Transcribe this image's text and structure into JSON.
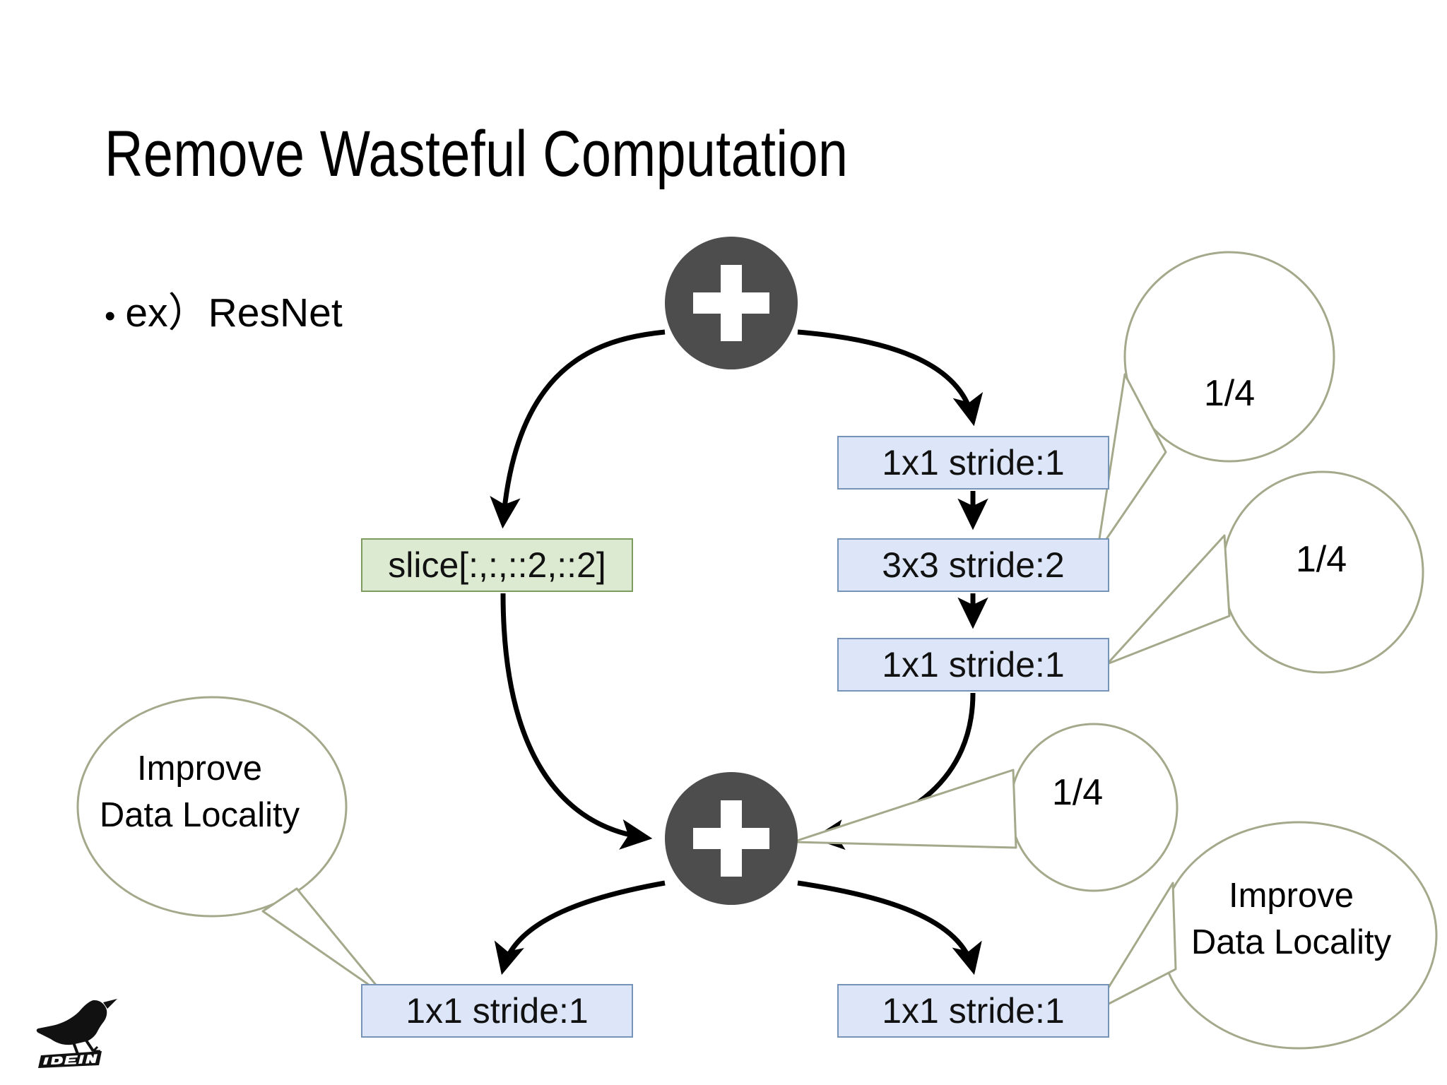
{
  "slide": {
    "title": "Remove Wasteful Computation",
    "bullet_marker": "•",
    "bullet_text": "ex）ResNet",
    "background_color": "#ffffff"
  },
  "colors": {
    "box_blue_fill": "#dce6f8",
    "box_blue_border": "#7693b8",
    "box_green_fill": "#dbead0",
    "box_green_border": "#7d9a5f",
    "plus_node_fill": "#4d4d4d",
    "plus_glyph": "#ffffff",
    "callout_border": "#a3a98a",
    "arrow_color": "#000000",
    "text_color": "#000000"
  },
  "diagram": {
    "type": "flowchart",
    "nodes": {
      "plus_top": {
        "icon": "plus-icon",
        "label": "+"
      },
      "plus_bottom": {
        "icon": "plus-icon",
        "label": "+"
      },
      "box_top_1x1": {
        "label": "1x1 stride:1",
        "fill": "blue"
      },
      "box_3x3": {
        "label": "3x3 stride:2",
        "fill": "blue"
      },
      "box_mid_1x1": {
        "label": "1x1 stride:1",
        "fill": "blue"
      },
      "box_slice": {
        "label": "slice[:,:,::2,::2]",
        "fill": "green"
      },
      "box_bottom_left_1x1": {
        "label": "1x1 stride:1",
        "fill": "blue"
      },
      "box_bottom_right_1x1": {
        "label": "1x1 stride:1",
        "fill": "blue"
      }
    },
    "edges": [
      {
        "from": "plus_top",
        "to": "box_slice"
      },
      {
        "from": "plus_top",
        "to": "box_top_1x1"
      },
      {
        "from": "box_top_1x1",
        "to": "box_3x3"
      },
      {
        "from": "box_3x3",
        "to": "box_mid_1x1"
      },
      {
        "from": "box_slice",
        "to": "plus_bottom"
      },
      {
        "from": "box_mid_1x1",
        "to": "plus_bottom"
      },
      {
        "from": "plus_bottom",
        "to": "box_bottom_left_1x1"
      },
      {
        "from": "plus_bottom",
        "to": "box_bottom_right_1x1"
      }
    ]
  },
  "callouts": [
    {
      "id": "callout-quarter-1",
      "text": "1/4",
      "target": "box_3x3",
      "shape": "circle"
    },
    {
      "id": "callout-quarter-2",
      "text": "1/4",
      "target": "box_mid_1x1",
      "shape": "circle"
    },
    {
      "id": "callout-quarter-3",
      "text": "1/4",
      "target": "plus_bottom",
      "shape": "circle"
    },
    {
      "id": "callout-locality-left",
      "line1": "Improve",
      "line2": "Data Locality",
      "target": "box_bottom_left_1x1",
      "shape": "ellipse"
    },
    {
      "id": "callout-locality-right",
      "line1": "Improve",
      "line2": "Data Locality",
      "target": "box_bottom_right_1x1",
      "shape": "ellipse"
    }
  ],
  "logo": {
    "name": "idein-logo",
    "wordmark": "IDEIN"
  }
}
